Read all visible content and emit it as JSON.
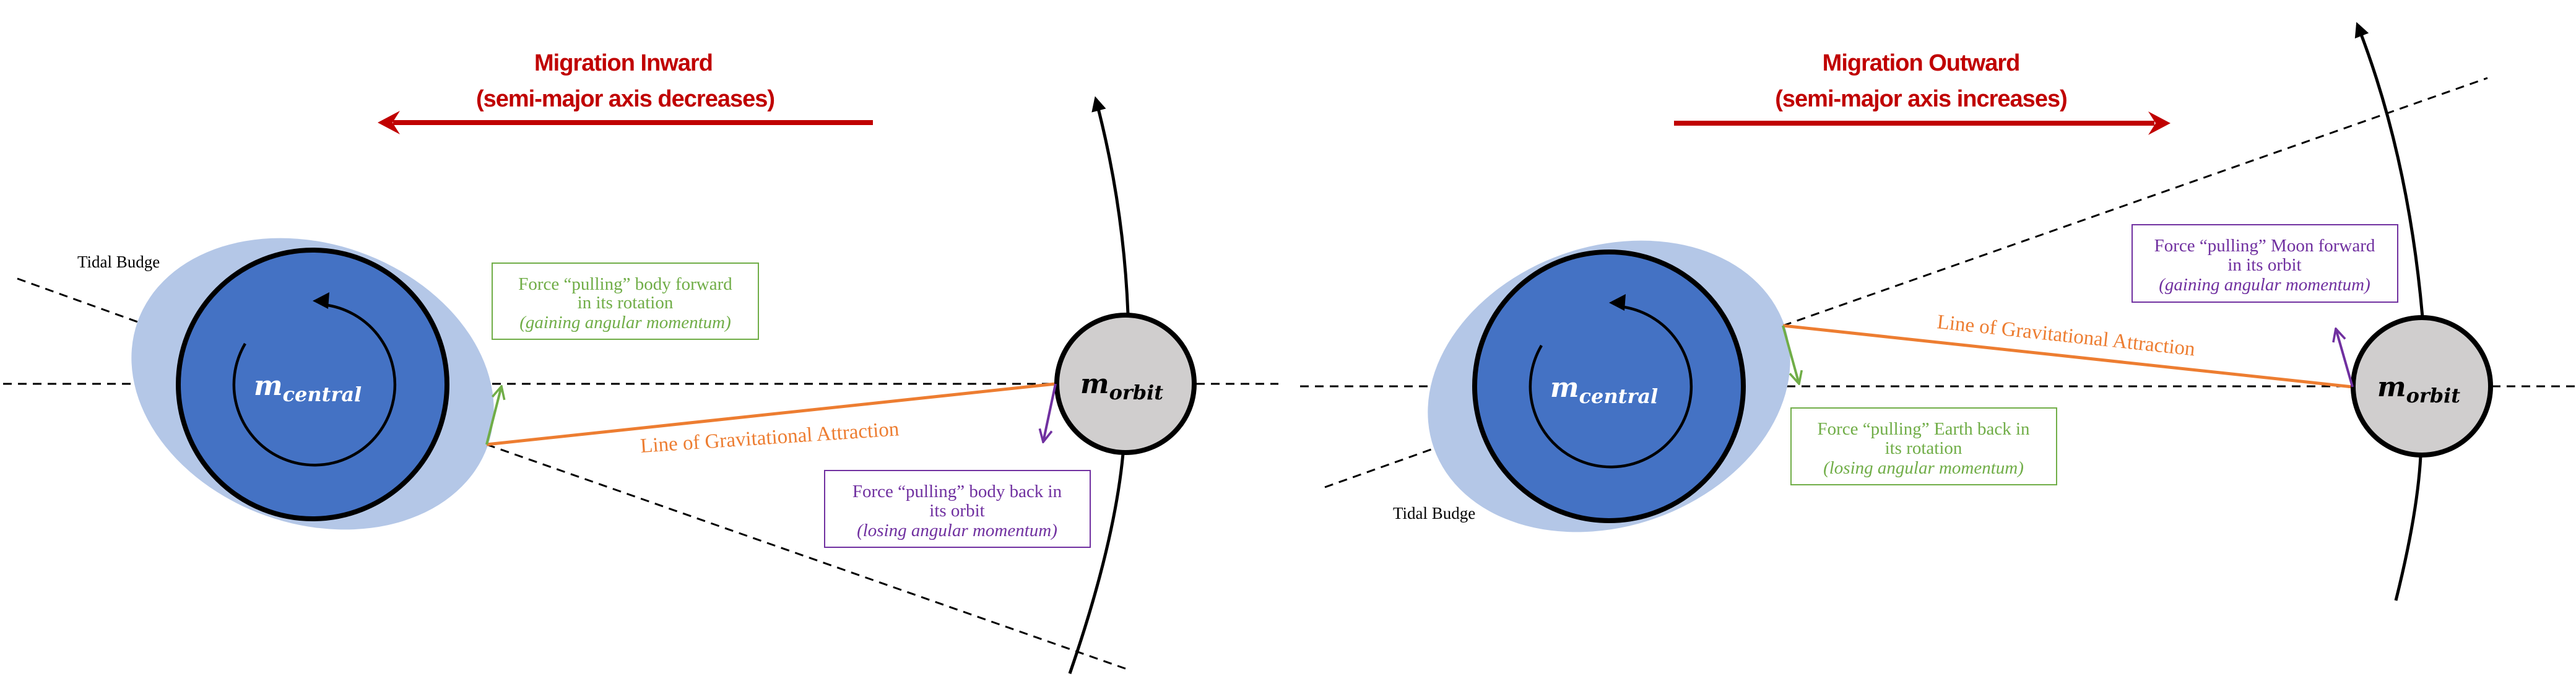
{
  "colors": {
    "title": "#C00000",
    "central_body": "#4472C4",
    "tidal_bulge": "#B4C7E7",
    "orbiting_body": "#D0CECE",
    "gravity_line": "#ED7D31",
    "green_force": "#70AD47",
    "purple_force": "#7030A0",
    "outline": "#000000"
  },
  "left_panel": {
    "title_line1": "Migration Inward",
    "title_line2": "(semi-major axis decreases)",
    "migration_direction": "left",
    "tidal_bulge_label": "Tidal Budge",
    "central_mass_base": "m",
    "central_mass_sub": "central",
    "orbit_mass_base": "m",
    "orbit_mass_sub": "orbit",
    "gravity_line_label": "Line of Gravitational Attraction",
    "rotation_box": {
      "line1": "Force “pulling” body forward",
      "line2": "in its rotation",
      "line3": "(gaining angular momentum)"
    },
    "orbit_box": {
      "line1": "Force “pulling” body back in",
      "line2": "its orbit",
      "line3": "(losing angular momentum)"
    }
  },
  "right_panel": {
    "title_line1": "Migration Outward",
    "title_line2": "(semi-major axis increases)",
    "migration_direction": "right",
    "tidal_bulge_label": "Tidal Budge",
    "central_mass_base": "m",
    "central_mass_sub": "central",
    "orbit_mass_base": "m",
    "orbit_mass_sub": "orbit",
    "gravity_line_label": "Line of Gravitational Attraction",
    "rotation_box": {
      "line1": "Force “pulling” Earth back in",
      "line2": "its rotation",
      "line3": "(losing angular momentum)"
    },
    "orbit_box": {
      "line1": "Force “pulling” Moon forward",
      "line2": "in its orbit",
      "line3": "(gaining angular momentum)"
    }
  }
}
